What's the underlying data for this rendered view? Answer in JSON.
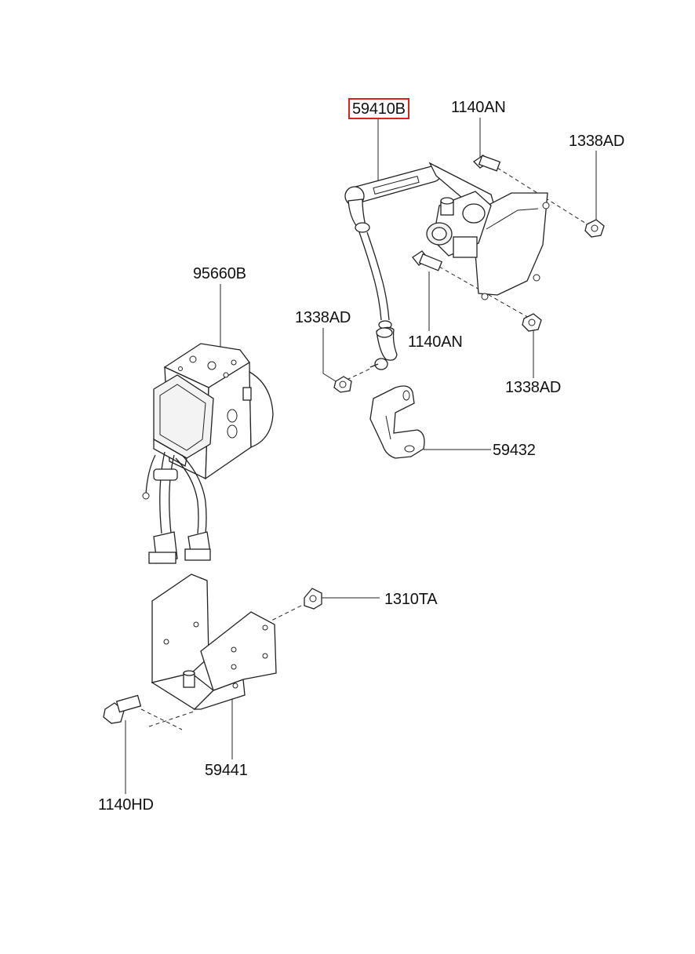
{
  "diagram": {
    "highlight_color": "#e0201c",
    "labels": {
      "p59410B": "59410B",
      "p1140AN_top": "1140AN",
      "p1338AD_top": "1338AD",
      "p95660B": "95660B",
      "p1338AD_left": "1338AD",
      "p1140AN_mid": "1140AN",
      "p1338AD_right": "1338AD",
      "p59432": "59432",
      "p1310TA": "1310TA",
      "p59441": "59441",
      "p1140HD": "1140HD"
    }
  }
}
